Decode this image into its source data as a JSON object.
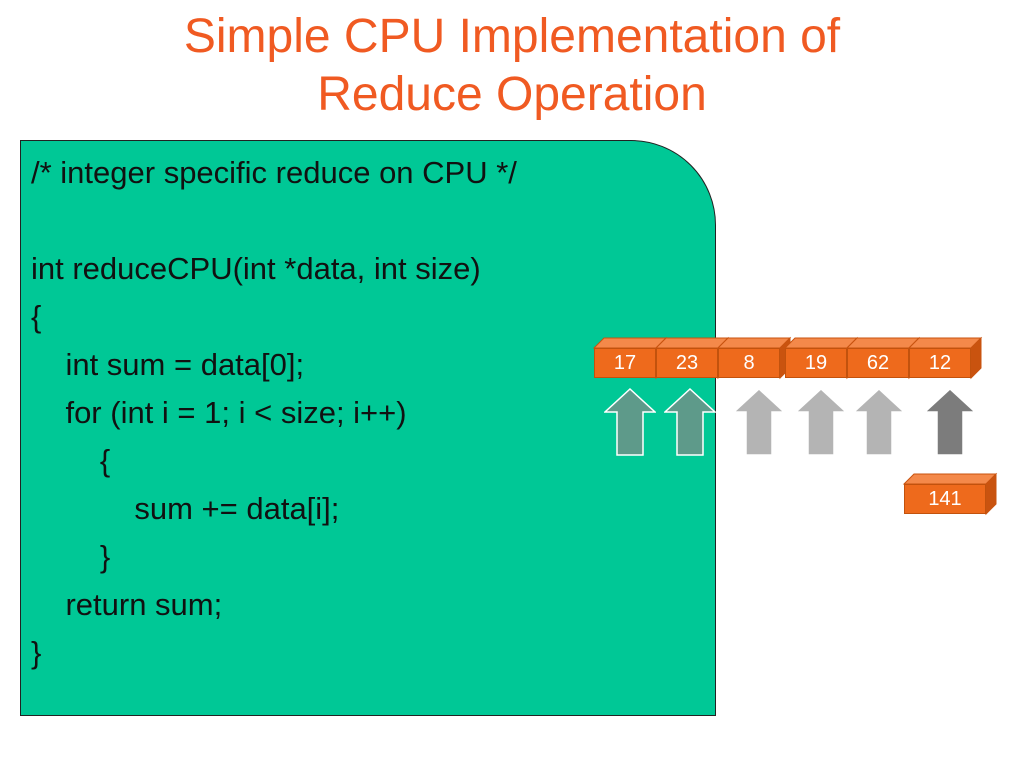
{
  "slide": {
    "title_line1": "Simple CPU Implementation of",
    "title_line2": "Reduce Operation"
  },
  "code": {
    "lines": [
      "/* integer specific reduce on CPU */",
      "",
      "int reduceCPU(int *data, int size)",
      "{",
      "    int sum = data[0];",
      "    for (int i = 1; i < size; i++)",
      "        {",
      "            sum += data[i];",
      "        }",
      "    return sum;",
      "}"
    ]
  },
  "diagram": {
    "array_values": [
      "17",
      "23",
      "8",
      "19",
      "62",
      "12"
    ],
    "result_value": "141",
    "colors": {
      "cell_front": "#ee6a1c",
      "cell_top": "#f4894a",
      "cell_side": "#c9530f",
      "arrow_processed": "#5e9a8a",
      "arrow_pending": "#b4b4b4",
      "arrow_current": "#7c7c7c"
    },
    "arrow_states": [
      "processed",
      "processed",
      "pending",
      "pending",
      "pending",
      "current"
    ]
  }
}
